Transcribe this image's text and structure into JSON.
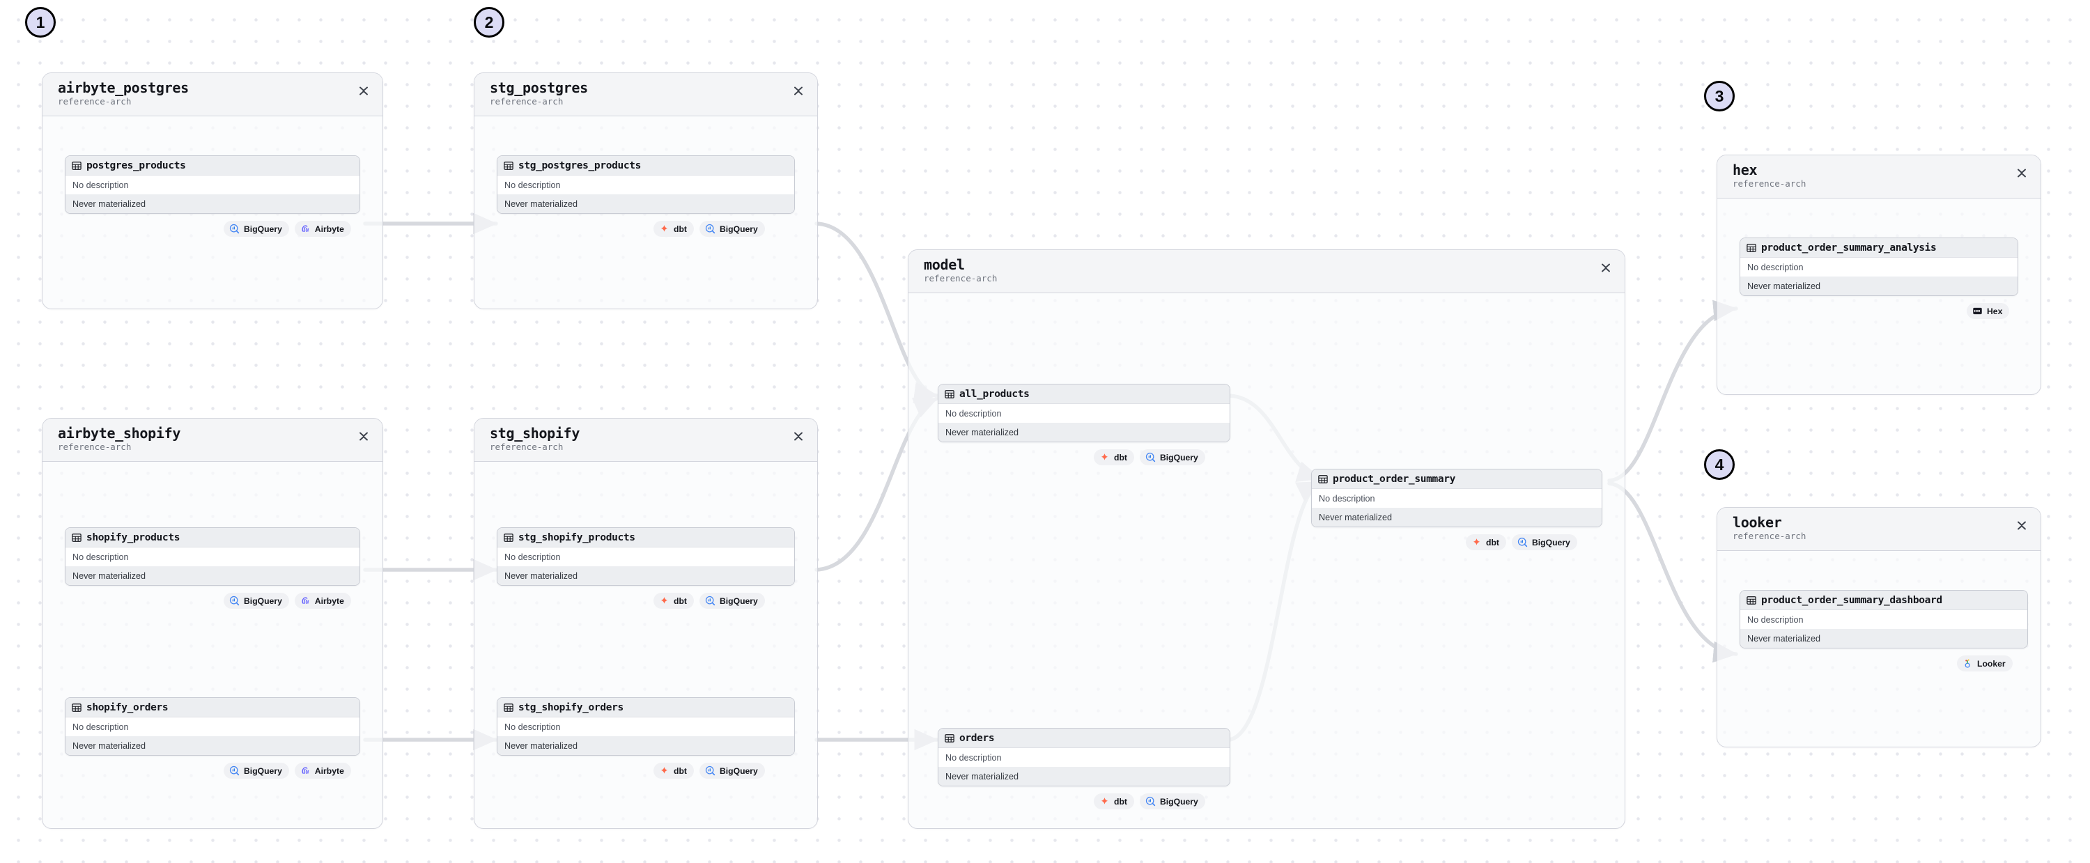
{
  "canvas": {
    "background_color": "#ffffff",
    "dot_grid_color": "#e6e7ed",
    "edge_color": "#d7d9de"
  },
  "common": {
    "subtitle": "reference-arch",
    "no_description": "No description",
    "never_materialized": "Never materialized",
    "collapse_icon": "collapse-chevrons-icon",
    "table_icon": "table-grid-icon"
  },
  "badges": [
    {
      "label": "1",
      "name": "step-badge-1"
    },
    {
      "label": "2",
      "name": "step-badge-2"
    },
    {
      "label": "3",
      "name": "step-badge-3"
    },
    {
      "label": "4",
      "name": "step-badge-4"
    }
  ],
  "integrations": {
    "bigquery": {
      "label": "BigQuery",
      "icon": "bigquery-icon",
      "color": "#4285F4"
    },
    "airbyte": {
      "label": "Airbyte",
      "icon": "airbyte-icon",
      "color": "#615EFF"
    },
    "dbt": {
      "label": "dbt",
      "icon": "dbt-icon",
      "color": "#FF694A"
    },
    "hex": {
      "label": "Hex",
      "icon": "hex-icon",
      "color": "#1A1B25"
    },
    "looker": {
      "label": "Looker",
      "icon": "looker-icon",
      "color": "#4285F4"
    }
  },
  "groups": [
    {
      "id": "airbyte_postgres",
      "title": "airbyte_postgres",
      "subtitle": "reference-arch",
      "assets": [
        {
          "name": "postgres_products",
          "description": "No description",
          "materialization": "Never materialized",
          "tags": [
            "bigquery",
            "airbyte"
          ]
        }
      ]
    },
    {
      "id": "stg_postgres",
      "title": "stg_postgres",
      "subtitle": "reference-arch",
      "assets": [
        {
          "name": "stg_postgres_products",
          "description": "No description",
          "materialization": "Never materialized",
          "tags": [
            "dbt",
            "bigquery"
          ]
        }
      ]
    },
    {
      "id": "airbyte_shopify",
      "title": "airbyte_shopify",
      "subtitle": "reference-arch",
      "assets": [
        {
          "name": "shopify_products",
          "description": "No description",
          "materialization": "Never materialized",
          "tags": [
            "bigquery",
            "airbyte"
          ]
        },
        {
          "name": "shopify_orders",
          "description": "No description",
          "materialization": "Never materialized",
          "tags": [
            "bigquery",
            "airbyte"
          ]
        }
      ]
    },
    {
      "id": "stg_shopify",
      "title": "stg_shopify",
      "subtitle": "reference-arch",
      "assets": [
        {
          "name": "stg_shopify_products",
          "description": "No description",
          "materialization": "Never materialized",
          "tags": [
            "dbt",
            "bigquery"
          ]
        },
        {
          "name": "stg_shopify_orders",
          "description": "No description",
          "materialization": "Never materialized",
          "tags": [
            "dbt",
            "bigquery"
          ]
        }
      ]
    },
    {
      "id": "model",
      "title": "model",
      "subtitle": "reference-arch",
      "assets": [
        {
          "name": "all_products",
          "description": "No description",
          "materialization": "Never materialized",
          "tags": [
            "dbt",
            "bigquery"
          ]
        },
        {
          "name": "product_order_summary",
          "description": "No description",
          "materialization": "Never materialized",
          "tags": [
            "dbt",
            "bigquery"
          ]
        },
        {
          "name": "orders",
          "description": "No description",
          "materialization": "Never materialized",
          "tags": [
            "dbt",
            "bigquery"
          ]
        }
      ]
    },
    {
      "id": "hex",
      "title": "hex",
      "subtitle": "reference-arch",
      "assets": [
        {
          "name": "product_order_summary_analysis",
          "description": "No description",
          "materialization": "Never materialized",
          "tags": [
            "hex"
          ]
        }
      ]
    },
    {
      "id": "looker",
      "title": "looker",
      "subtitle": "reference-arch",
      "assets": [
        {
          "name": "product_order_summary_dashboard",
          "description": "No description",
          "materialization": "Never materialized",
          "tags": [
            "looker"
          ]
        }
      ]
    }
  ],
  "edges": [
    {
      "from": "postgres_products",
      "to": "stg_postgres_products"
    },
    {
      "from": "shopify_products",
      "to": "stg_shopify_products"
    },
    {
      "from": "shopify_orders",
      "to": "stg_shopify_orders"
    },
    {
      "from": "stg_postgres_products",
      "to": "all_products"
    },
    {
      "from": "stg_shopify_products",
      "to": "all_products"
    },
    {
      "from": "stg_shopify_orders",
      "to": "orders"
    },
    {
      "from": "all_products",
      "to": "product_order_summary"
    },
    {
      "from": "orders",
      "to": "product_order_summary"
    },
    {
      "from": "product_order_summary",
      "to": "product_order_summary_analysis"
    },
    {
      "from": "product_order_summary",
      "to": "product_order_summary_dashboard"
    }
  ]
}
